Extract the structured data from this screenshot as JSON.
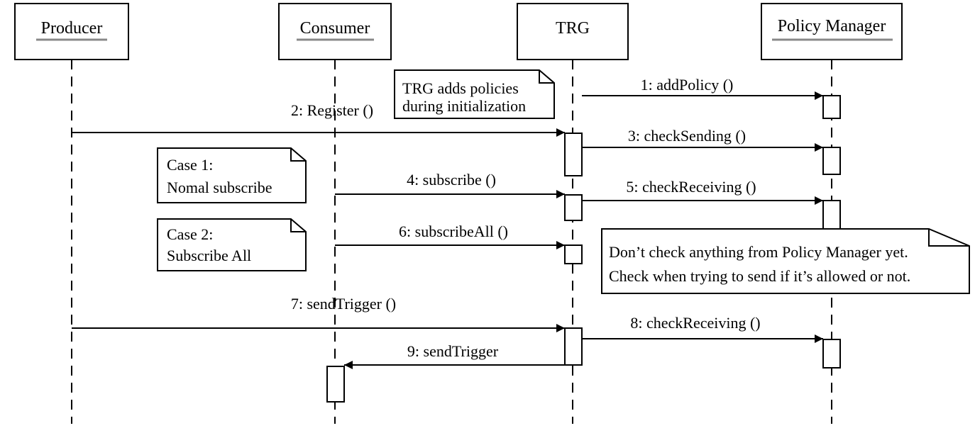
{
  "actors": [
    {
      "id": "producer",
      "label": "Producer"
    },
    {
      "id": "consumer",
      "label": "Consumer"
    },
    {
      "id": "trg",
      "label": "TRG"
    },
    {
      "id": "policy",
      "label": "Policy Manager"
    }
  ],
  "messages": [
    {
      "label": "1: addPolicy ()"
    },
    {
      "label": "2: Register ()"
    },
    {
      "label": "3: checkSending ()"
    },
    {
      "label": "4: subscribe ()"
    },
    {
      "label": "5: checkReceiving ()"
    },
    {
      "label": "6: subscribeAll ()"
    },
    {
      "label": "7: sendTrigger ()"
    },
    {
      "label": "8: checkReceiving ()"
    },
    {
      "label": "9: sendTrigger"
    }
  ],
  "notes": [
    {
      "lines": [
        "TRG adds policies",
        "during initialization"
      ]
    },
    {
      "lines": [
        "Case 1:",
        "Nomal subscribe"
      ]
    },
    {
      "lines": [
        "Case 2:",
        "Subscribe All"
      ]
    },
    {
      "lines": [
        "Don’t check anything from Policy Manager yet.",
        "Check when trying to send if it’s allowed or not."
      ]
    }
  ]
}
